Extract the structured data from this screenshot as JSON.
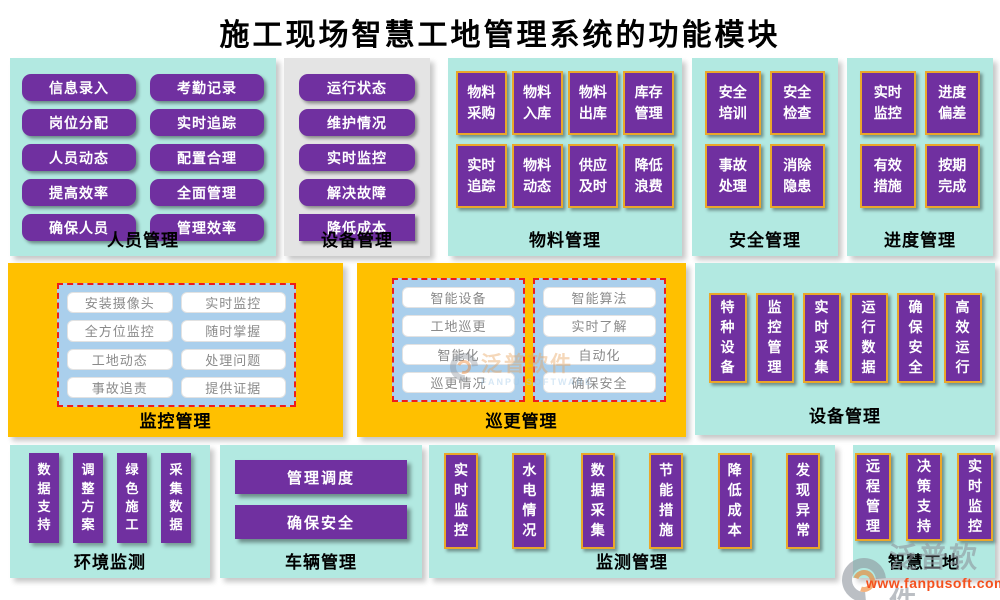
{
  "title": "施工现场智慧工地管理系统的功能模块",
  "panels": {
    "personnel": {
      "label": "人员管理",
      "buttons": [
        "信息录入",
        "考勤记录",
        "岗位分配",
        "实时追踪",
        "人员动态",
        "配置合理",
        "提高效率",
        "全面管理",
        "确保人员",
        "管理效率"
      ]
    },
    "equipment_top": {
      "label": "设备管理",
      "buttons": [
        "运行状态",
        "维护情况",
        "实时监控",
        "解决故障",
        "降低成本"
      ]
    },
    "material": {
      "label": "物料管理",
      "buttons": [
        "物料采购",
        "物料入库",
        "物料出库",
        "库存管理",
        "实时追踪",
        "物料动态",
        "供应及时",
        "降低浪费"
      ]
    },
    "safety": {
      "label": "安全管理",
      "buttons": [
        "安全培训",
        "安全检查",
        "事故处理",
        "消除隐患"
      ]
    },
    "progress": {
      "label": "进度管理",
      "buttons": [
        "实时监控",
        "进度偏差",
        "有效措施",
        "按期完成"
      ]
    },
    "monitoring": {
      "label": "监控管理",
      "buttons": [
        "安装摄像头",
        "实时监控",
        "全方位监控",
        "随时掌握",
        "工地动态",
        "处理问题",
        "事故追责",
        "提供证据"
      ]
    },
    "patrol": {
      "label": "巡更管理",
      "left": [
        "智能设备",
        "工地巡更",
        "智能化",
        "巡更情况"
      ],
      "right": [
        "智能算法",
        "实时了解",
        "自动化",
        "确保安全"
      ]
    },
    "equipment_mid": {
      "label": "设备管理",
      "buttons": [
        "特种设备",
        "监控管理",
        "实时采集",
        "运行数据",
        "确保安全",
        "高效运行"
      ]
    },
    "environment": {
      "label": "环境监测",
      "buttons": [
        "数据支持",
        "调整方案",
        "绿色施工",
        "采集数据"
      ]
    },
    "vehicle": {
      "label": "车辆管理",
      "buttons": [
        "管理调度",
        "确保安全"
      ]
    },
    "detection": {
      "label": "监测管理",
      "buttons": [
        "实时监控",
        "水电情况",
        "数据采集",
        "节能措施",
        "降低成本",
        "发现异常"
      ]
    },
    "smart_site": {
      "label": "智慧工地",
      "buttons": [
        "远程管理",
        "决策支持",
        "实时监控"
      ]
    }
  },
  "watermark": {
    "brand": "泛普软件",
    "brand_sub": "FANPU SOFTWARE",
    "url": "www.fanpusoft.com"
  },
  "colors": {
    "mint_panel": "#b2e9e1",
    "gray_panel": "#e4e4e4",
    "orange_panel": "#ffc000",
    "purple_button": "#7030a0",
    "gold_border": "#eaa72a",
    "blue_container": "#aacfec",
    "red_dashed_border": "#ee1c1c",
    "white_button_text": "#8a8a8a",
    "watermark_url_orange": "#f4511e"
  }
}
